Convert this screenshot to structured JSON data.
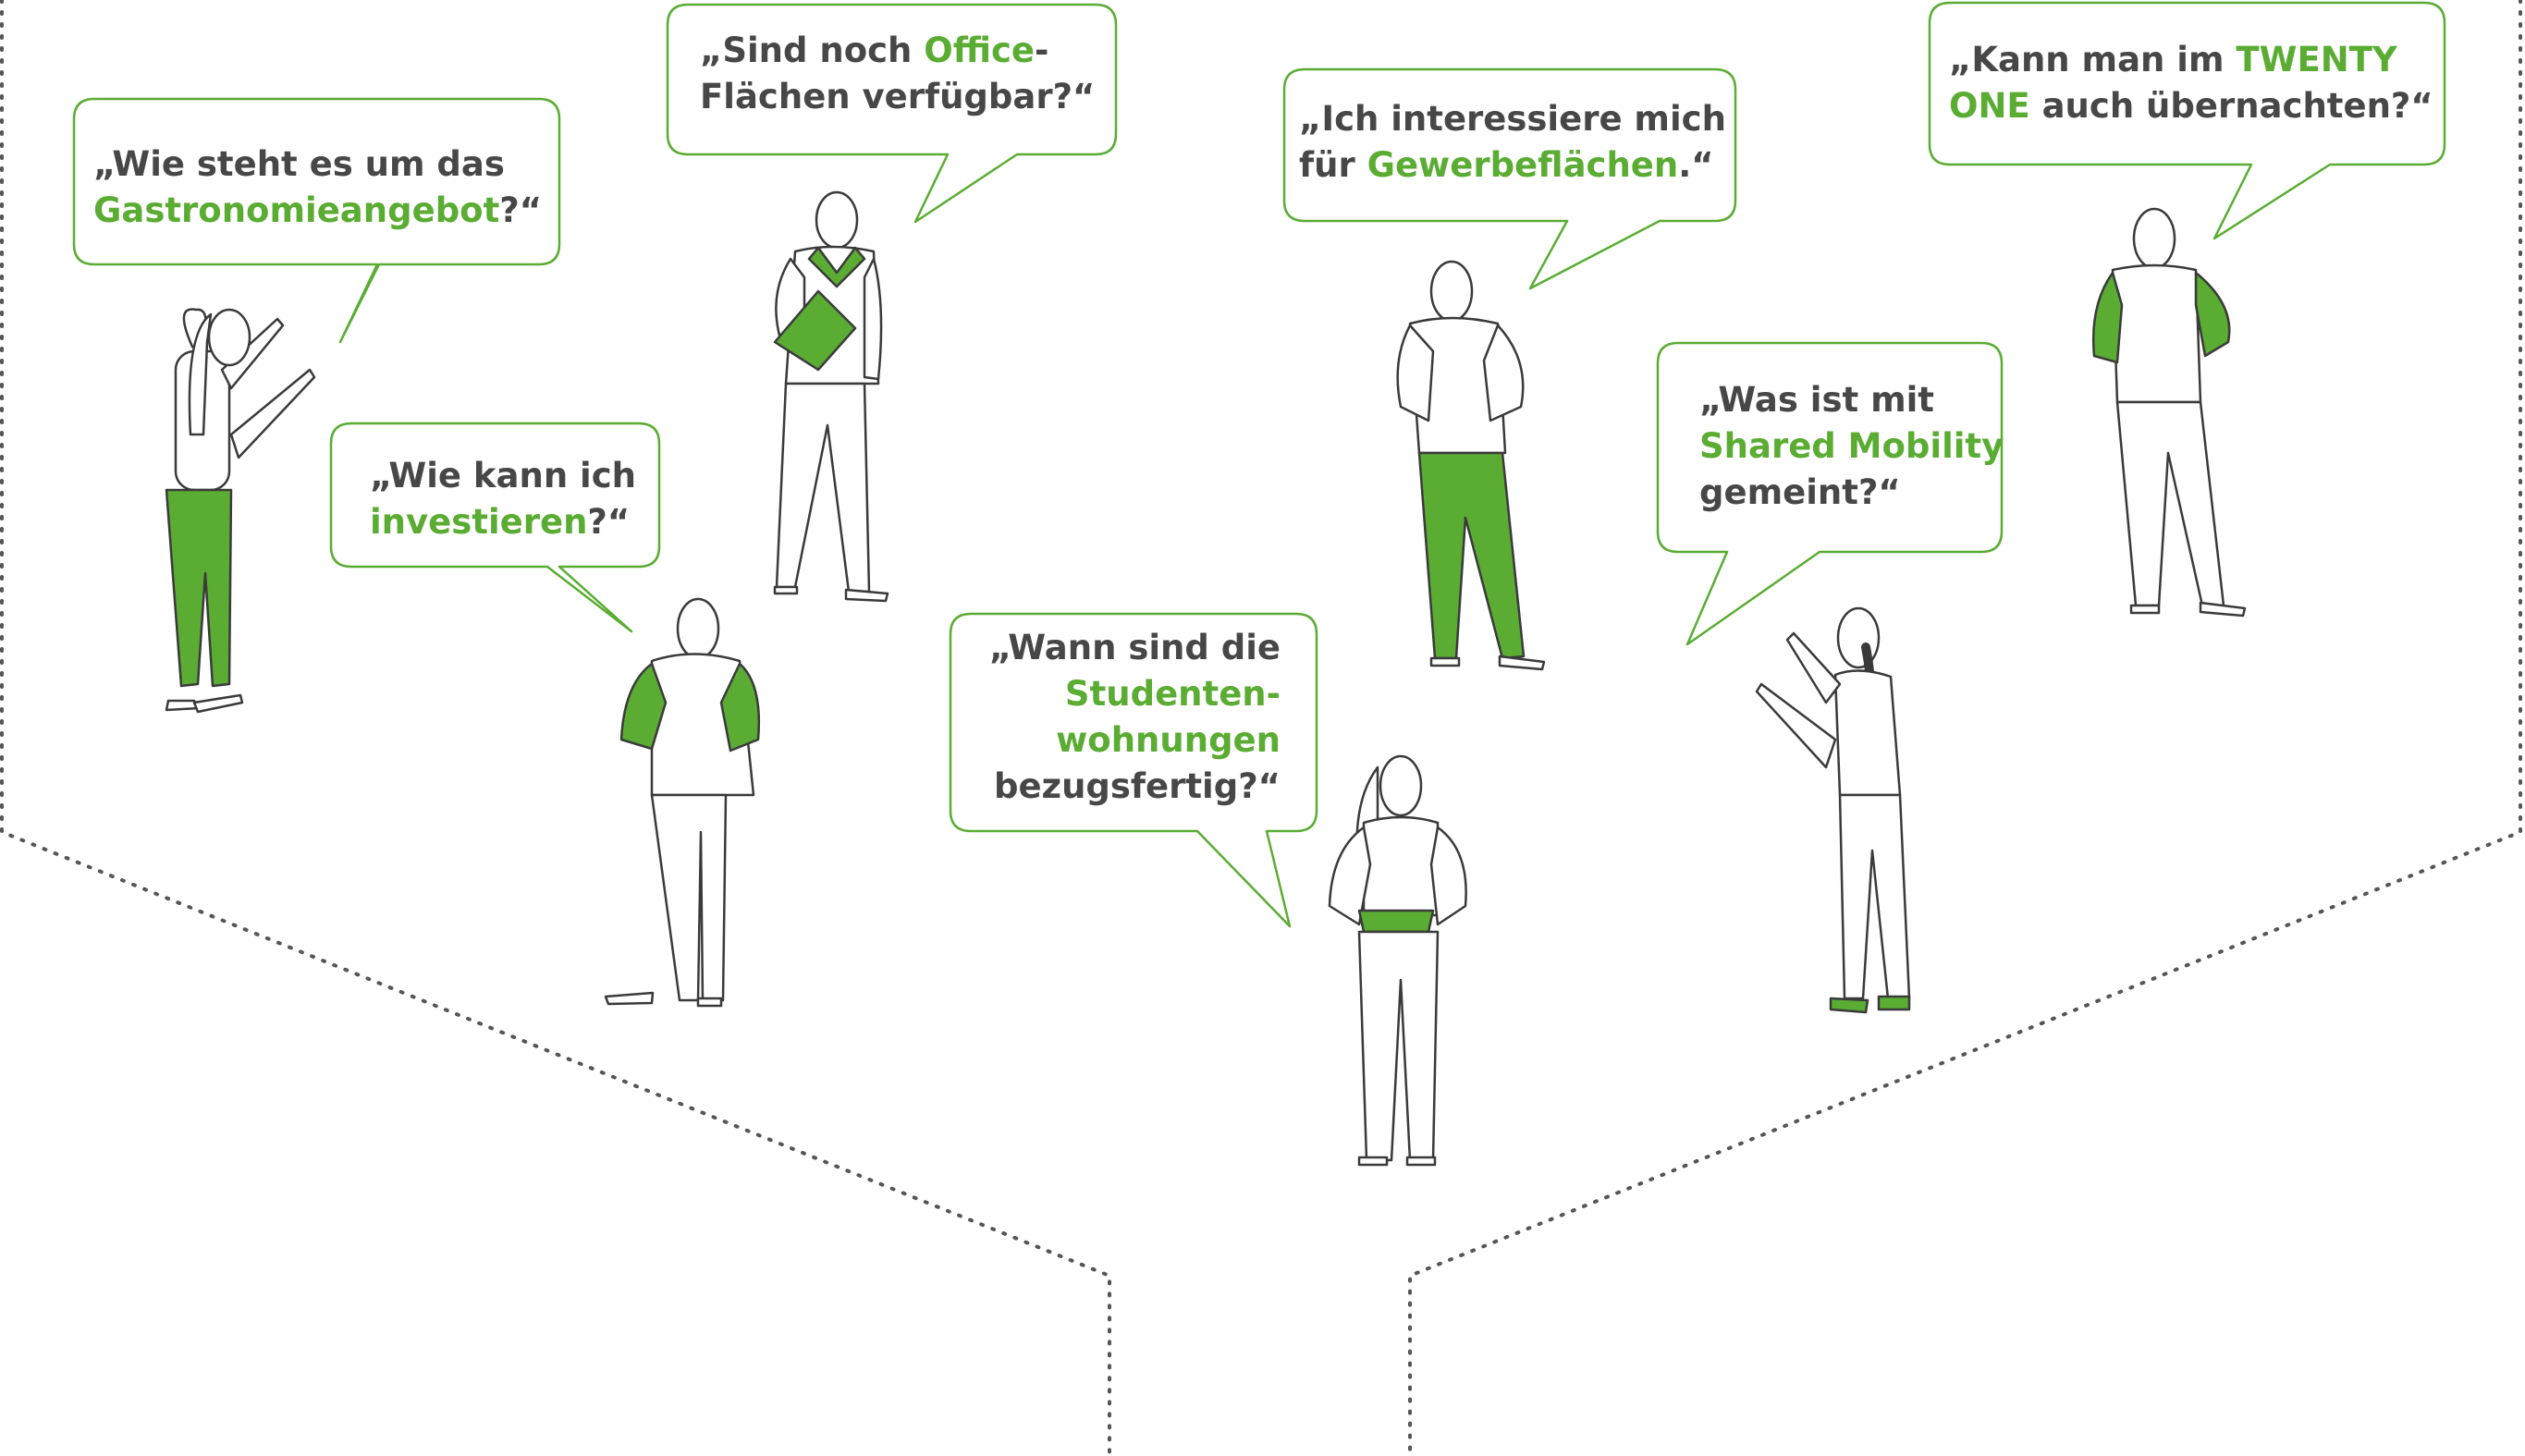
{
  "colors": {
    "accent": "#5aac33",
    "text": "#474747",
    "outline": "#3a3a3a",
    "dotted": "#555555"
  },
  "bubbles": [
    {
      "id": "gastro",
      "lines": [
        [
          {
            "t": "„Wie steht es um das"
          }
        ],
        [
          {
            "t": "Gastronomieangebot",
            "hl": true
          },
          {
            "t": "?“"
          }
        ]
      ]
    },
    {
      "id": "office",
      "lines": [
        [
          {
            "t": "„Sind noch "
          },
          {
            "t": "Office",
            "hl": true
          },
          {
            "t": "-"
          }
        ],
        [
          {
            "t": "Flächen verfügbar?“"
          }
        ]
      ]
    },
    {
      "id": "gewerbe",
      "lines": [
        [
          {
            "t": "„Ich interessiere mich"
          }
        ],
        [
          {
            "t": "für "
          },
          {
            "t": "Gewerbeflächen",
            "hl": true
          },
          {
            "t": ".“"
          }
        ]
      ]
    },
    {
      "id": "twenty",
      "lines": [
        [
          {
            "t": "„Kann man im "
          },
          {
            "t": "TWENTY",
            "hl": true
          }
        ],
        [
          {
            "t": "ONE",
            "hl": true
          },
          {
            "t": " auch übernachten?“"
          }
        ]
      ]
    },
    {
      "id": "invest",
      "lines": [
        [
          {
            "t": "„Wie kann ich"
          }
        ],
        [
          {
            "t": "investieren",
            "hl": true
          },
          {
            "t": "?“"
          }
        ]
      ]
    },
    {
      "id": "mobility",
      "lines": [
        [
          {
            "t": "„Was ist mit"
          }
        ],
        [
          {
            "t": "Shared Mobility",
            "hl": true
          }
        ],
        [
          {
            "t": "gemeint?“"
          }
        ]
      ]
    },
    {
      "id": "studenten",
      "lines": [
        [
          {
            "t": "„Wann sind die"
          }
        ],
        [
          {
            "t": "Studenten-",
            "hl": true
          }
        ],
        [
          {
            "t": "wohnungen",
            "hl": true
          }
        ],
        [
          {
            "t": "bezugsfertig?“"
          }
        ]
      ]
    }
  ]
}
